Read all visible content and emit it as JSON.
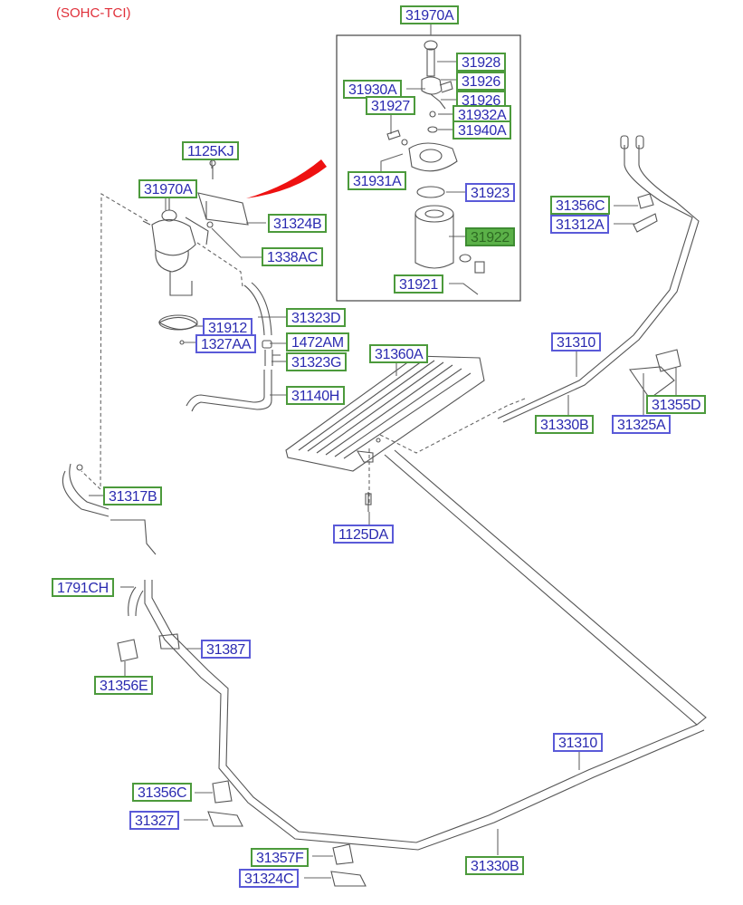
{
  "diagram": {
    "title": "(SOHC-TCI)",
    "colors": {
      "title": "#e0303a",
      "label_text": "#2a2ab0",
      "label_border_green": "#4c9a3c",
      "label_border_blue": "#5a5ad8",
      "highlight_fill": "#5bb148",
      "arrow": "#ee1111",
      "line_art": "#555555"
    },
    "labels": {
      "p31970A_top": "31970A",
      "p31928": "31928",
      "p31926_a": "31926",
      "p31930A": "31930A",
      "p31926_b": "31926",
      "p31927": "31927",
      "p31932A": "31932A",
      "p31940A": "31940A",
      "p31931A": "31931A",
      "p31923": "31923",
      "p31922": "31922",
      "p31921": "31921",
      "p1125KJ": "1125KJ",
      "p31970A_left": "31970A",
      "p31324B": "31324B",
      "p1338AC": "1338AC",
      "p31323D": "31323D",
      "p31912": "31912",
      "p1327AA": "1327AA",
      "p1472AM": "1472AM",
      "p31323G": "31323G",
      "p31140H": "31140H",
      "p31360A": "31360A",
      "p31310_top": "31310",
      "p31330B_top": "31330B",
      "p31356C_top": "31356C",
      "p31312A": "31312A",
      "p31355D": "31355D",
      "p31325A": "31325A",
      "p1125DA": "1125DA",
      "p31317B": "31317B",
      "p1791CH": "1791CH",
      "p31387": "31387",
      "p31356E": "31356E",
      "p31356C_bottom": "31356C",
      "p31327": "31327",
      "p31357F": "31357F",
      "p31324C": "31324C",
      "p31310_bottom": "31310",
      "p31330B_bottom": "31330B"
    },
    "highlighted_part": "31922"
  }
}
